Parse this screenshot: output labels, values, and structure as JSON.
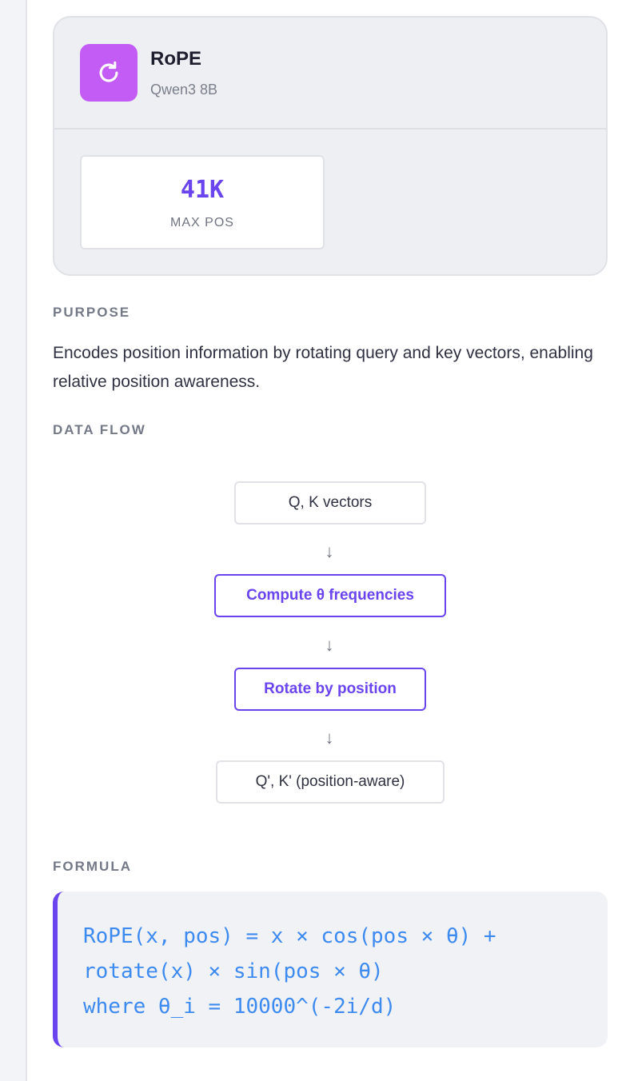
{
  "component": {
    "title": "RoPE",
    "model": "Qwen3 8B",
    "icon": "rotate-icon",
    "accent_color": "#c25cf5"
  },
  "stats": [
    {
      "value": "41K",
      "label": "MAX POS"
    }
  ],
  "purpose": {
    "label": "PURPOSE",
    "text": "Encodes position information by rotating query and key vectors, enabling relative position awareness."
  },
  "data_flow": {
    "label": "DATA FLOW",
    "nodes": [
      {
        "text": "Q, K vectors",
        "highlight": false
      },
      {
        "text": "Compute θ frequencies",
        "highlight": true
      },
      {
        "text": "Rotate by position",
        "highlight": true
      },
      {
        "text": "Q', K' (position-aware)",
        "highlight": false
      }
    ],
    "arrow": "↓"
  },
  "formula": {
    "label": "FORMULA",
    "lines": [
      "RoPE(x, pos) = x × cos(pos × θ) +",
      "rotate(x) × sin(pos × θ)",
      "where θ_i = 10000^(-2i/d)"
    ],
    "color": "#3d8af0"
  },
  "colors": {
    "highlight": "#6a44ee",
    "border": "#e0e2e7"
  }
}
